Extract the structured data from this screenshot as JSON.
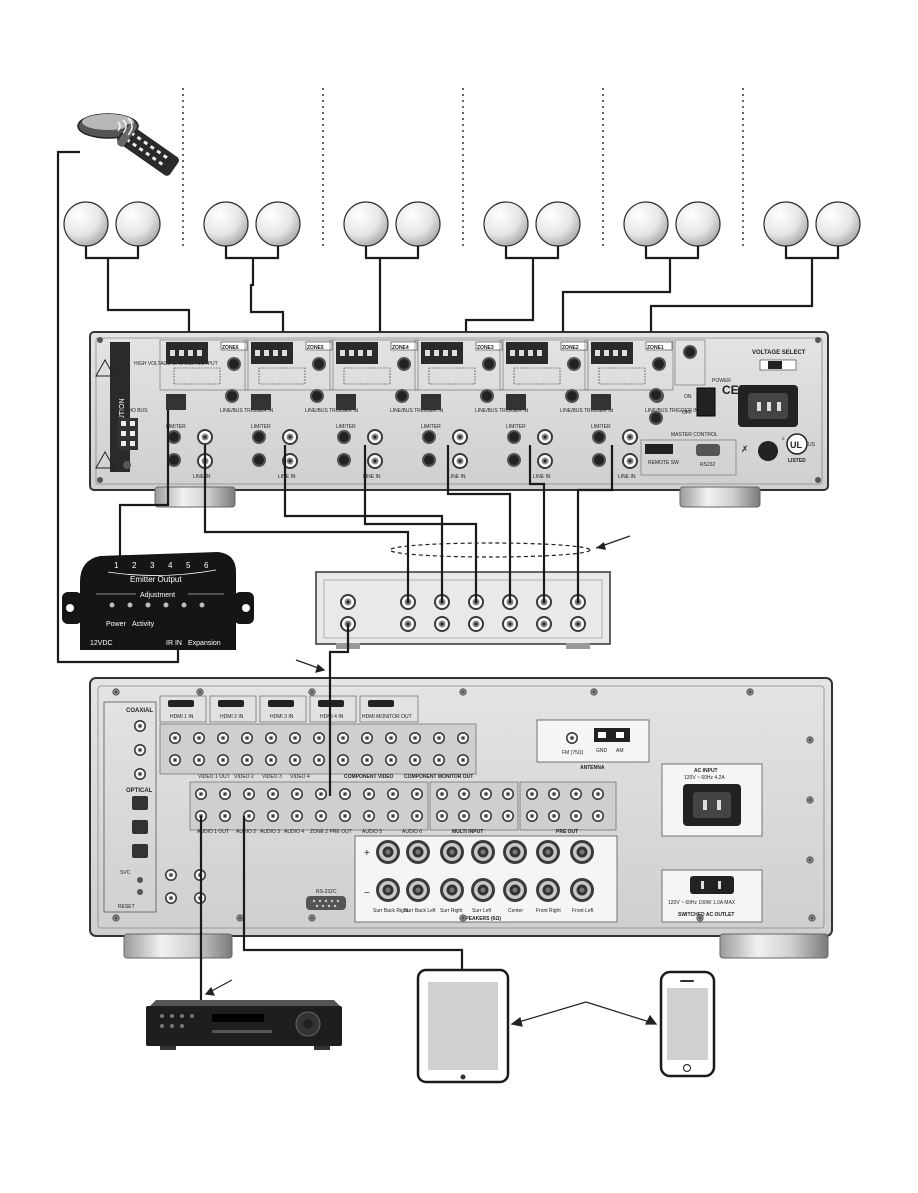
{
  "amplifier": {
    "zones": [
      "ZONE6",
      "ZONE5",
      "ZONE4",
      "ZONE3",
      "ZONE2",
      "ZONE1"
    ],
    "line_in_label": "LINE IN",
    "trigger_label": "LINE/BUS TRIGGER IN",
    "limiter_label": "LIMITER",
    "voltage_select": "VOLTAGE SELECT",
    "power": "POWER",
    "on": "ON",
    "off": "OFF",
    "rs232": "RS232",
    "remote_sw": "REMOTE SW",
    "master_control": "MASTER CONTROL",
    "listed": "LISTED",
    "ce": "CE",
    "ul": "UL",
    "us": "US",
    "c": "c",
    "high_voltage": "HIGH VOLTAGE SPEAKER OUTPUT",
    "caution": "CAUTION",
    "audio_bus": "AUDIO BUS"
  },
  "ir_hub": {
    "emitter_output": "Emitter Output",
    "ports": [
      "1",
      "2",
      "3",
      "4",
      "5",
      "6"
    ],
    "adjustment": "Adjustment",
    "power": "Power",
    "activity": "Activity",
    "power_in": "12VDC",
    "ir_in": "IR IN",
    "expansion": "Expansion"
  },
  "receiver": {
    "coaxial": "COAXIAL",
    "optical": "OPTICAL",
    "svc": "SVC",
    "reset": "RESET",
    "antenna": "ANTENNA",
    "fm": "FM (75Ω)",
    "gnd": "GND",
    "am": "AM",
    "ac_input": "AC INPUT",
    "ac_input_spec": "120V ~ 60Hz 4.2A",
    "switched_outlet": "SWITCHED AC OUTLET",
    "outlet_spec": "120V ~ 60Hz 100W 1.0A MAX",
    "rs232c": "RS-232C",
    "speakers": "SPEAKERS (6Ω)",
    "component_video": "COMPONENT VIDEO",
    "component_monitor_out": "COMPONENT MONITOR OUT",
    "multi_input": "MULTI INPUT",
    "pre_out": "PRE OUT",
    "hdmi": [
      "HDMI 1 IN",
      "HDMI 2 IN",
      "HDMI 3 IN",
      "HDMI 4 IN",
      "HDMI MONITOR OUT"
    ],
    "audio_labels": [
      "AUDIO 1 OUT",
      "AUDIO 2",
      "AUDIO 3",
      "AUDIO 4",
      "ZONE 2 PRE OUT",
      "AUDIO 5",
      "AUDIO 6"
    ],
    "video_labels": [
      "VIDEO 1 OUT",
      "VIDEO 2",
      "VIDEO 3",
      "VIDEO 4"
    ],
    "speaker_labels": [
      "Surr Back Right",
      "Surr Back Left",
      "Surr Right",
      "Surr Left",
      "Center",
      "Front Right",
      "Front Left"
    ],
    "plus": "+",
    "minus": "−"
  }
}
